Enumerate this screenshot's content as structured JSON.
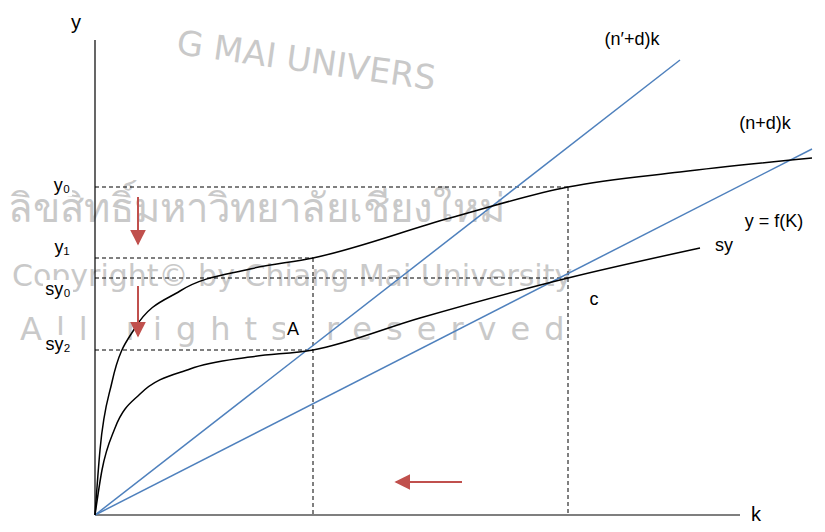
{
  "diagram": {
    "labels": [
      "G MAI UNIVERS",
      "ลิขสิทธิ์มหาวิทยาลัยเชียงใหม่",
      "Copyright© by Chiang Mai University",
      "All rights reserved",
      "y",
      "(n′+d)k",
      "(n+d)k",
      "y = f(K)",
      "y₀",
      "y₁",
      "sy₀",
      "sy",
      "A",
      "c",
      "sy₂",
      "k"
    ]
  }
}
